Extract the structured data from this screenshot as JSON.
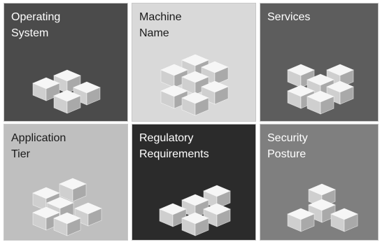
{
  "tiles": [
    {
      "label": "Operating\nSystem",
      "background": "#4b4b4b",
      "text_color": "#ffffff",
      "icon": "cubes-icon"
    },
    {
      "label": "Machine\nName",
      "background": "#d9d9d9",
      "text_color": "#1a1a1a",
      "icon": "cubes-icon"
    },
    {
      "label": "Services",
      "background": "#5d5d5d",
      "text_color": "#ffffff",
      "icon": "cubes-icon"
    },
    {
      "label": "Application\nTier",
      "background": "#bfbfbf",
      "text_color": "#1a1a1a",
      "icon": "cubes-icon"
    },
    {
      "label": "Regulatory\nRequirements",
      "background": "#2b2b2b",
      "text_color": "#ffffff",
      "icon": "cubes-icon"
    },
    {
      "label": "Security\nPosture",
      "background": "#7f7f7f",
      "text_color": "#ffffff",
      "icon": "cubes-icon"
    }
  ]
}
